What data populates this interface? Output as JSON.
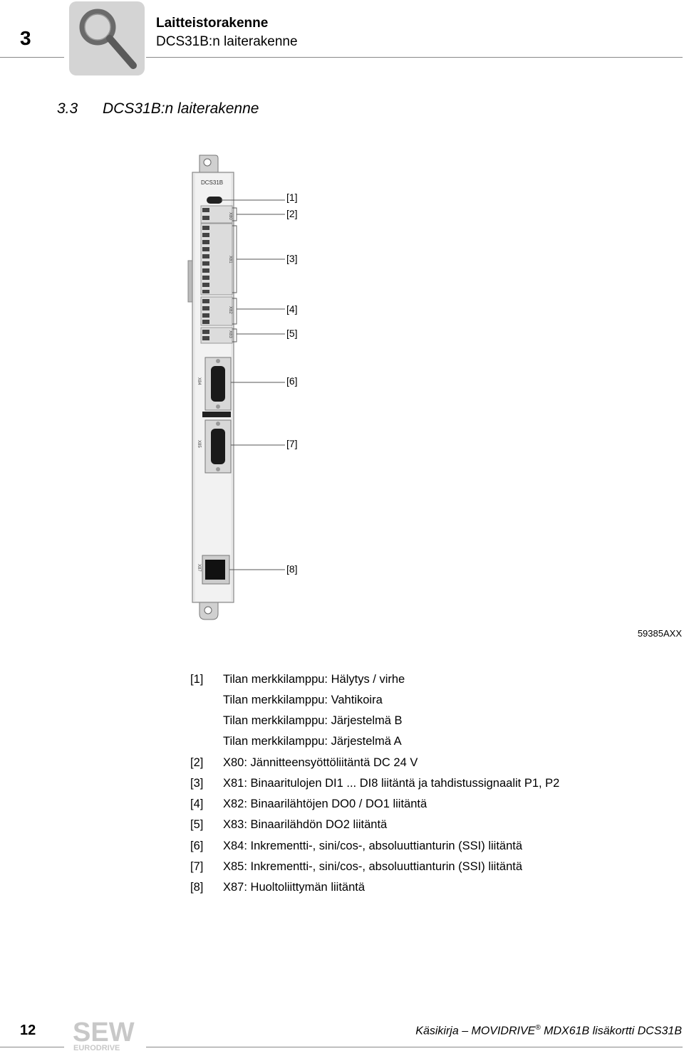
{
  "header": {
    "chapter_number": "3",
    "title": "Laitteistorakenne",
    "subtitle": "DCS31B:n laiterakenne",
    "icon": "magnifier-icon"
  },
  "section": {
    "number": "3.3",
    "title": "DCS31B:n laiterakenne"
  },
  "figure": {
    "device_label": "DCS31B",
    "connector_labels": [
      "X80",
      "X81",
      "X82",
      "X83",
      "X84",
      "X85",
      "X87"
    ],
    "callouts": [
      "[1]",
      "[2]",
      "[3]",
      "[4]",
      "[5]",
      "[6]",
      "[7]",
      "[8]"
    ],
    "figure_id": "59385AXX"
  },
  "legend": [
    {
      "ref": "[1]",
      "text": "Tilan merkkilamppu: Hälytys / virhe"
    },
    {
      "ref": "",
      "text": "Tilan merkkilamppu: Vahtikoira"
    },
    {
      "ref": "",
      "text": "Tilan merkkilamppu: Järjestelmä B"
    },
    {
      "ref": "",
      "text": "Tilan merkkilamppu: Järjestelmä A"
    },
    {
      "ref": "[2]",
      "text": "X80: Jännitteensyöttöliitäntä DC 24 V"
    },
    {
      "ref": "[3]",
      "text": "X81: Binaaritulojen DI1 ... DI8 liitäntä ja tahdistussignaalit P1, P2"
    },
    {
      "ref": "[4]",
      "text": "X82: Binaarilähtöjen DO0 / DO1 liitäntä"
    },
    {
      "ref": "[5]",
      "text": "X83: Binaarilähdön DO2 liitäntä"
    },
    {
      "ref": "[6]",
      "text": "X84: Inkrementti-, sini/cos-, absoluuttianturin (SSI) liitäntä"
    },
    {
      "ref": "[7]",
      "text": "X85: Inkrementti-, sini/cos-, absoluuttianturin (SSI) liitäntä"
    },
    {
      "ref": "[8]",
      "text": "X87: Huoltoliittymän liitäntä"
    }
  ],
  "footer": {
    "page_number": "12",
    "logo_text": "SEW",
    "logo_subtext": "EURODRIVE",
    "doc_prefix": "Käsikirja – MOVIDRIVE",
    "doc_reg": "®",
    "doc_suffix": " MDX61B lisäkortti DCS31B"
  }
}
